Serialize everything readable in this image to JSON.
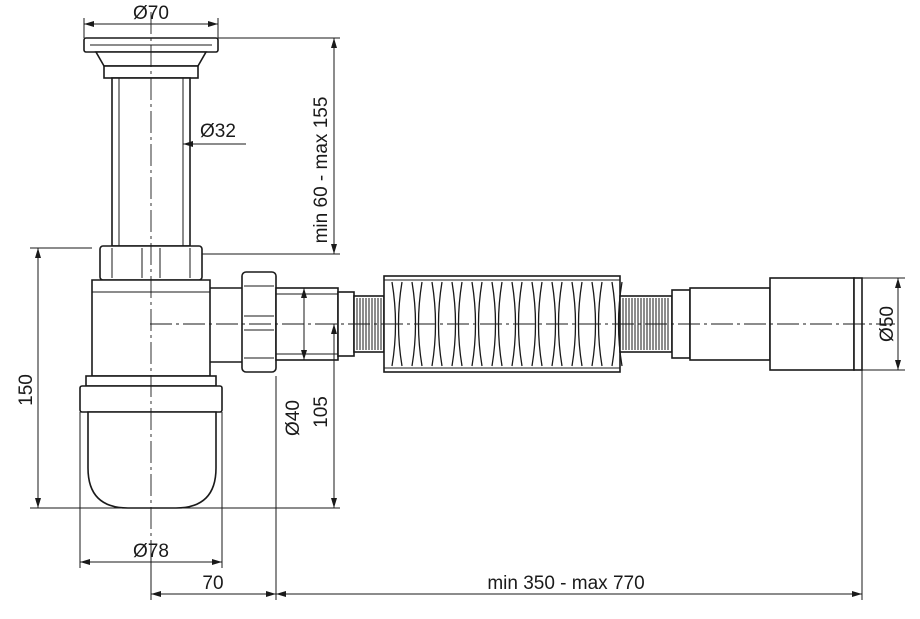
{
  "dimensions": {
    "top_diameter": "Ø70",
    "pipe_diameter": "Ø32",
    "height_adjust": "min 60 - max 155",
    "outlet_diameter": "Ø50",
    "total_height": "150",
    "inlet_diameter": "Ø40",
    "outlet_height": "105",
    "bottle_diameter": "Ø78",
    "offset": "70",
    "length_adjust": "min 350 - max 770"
  }
}
